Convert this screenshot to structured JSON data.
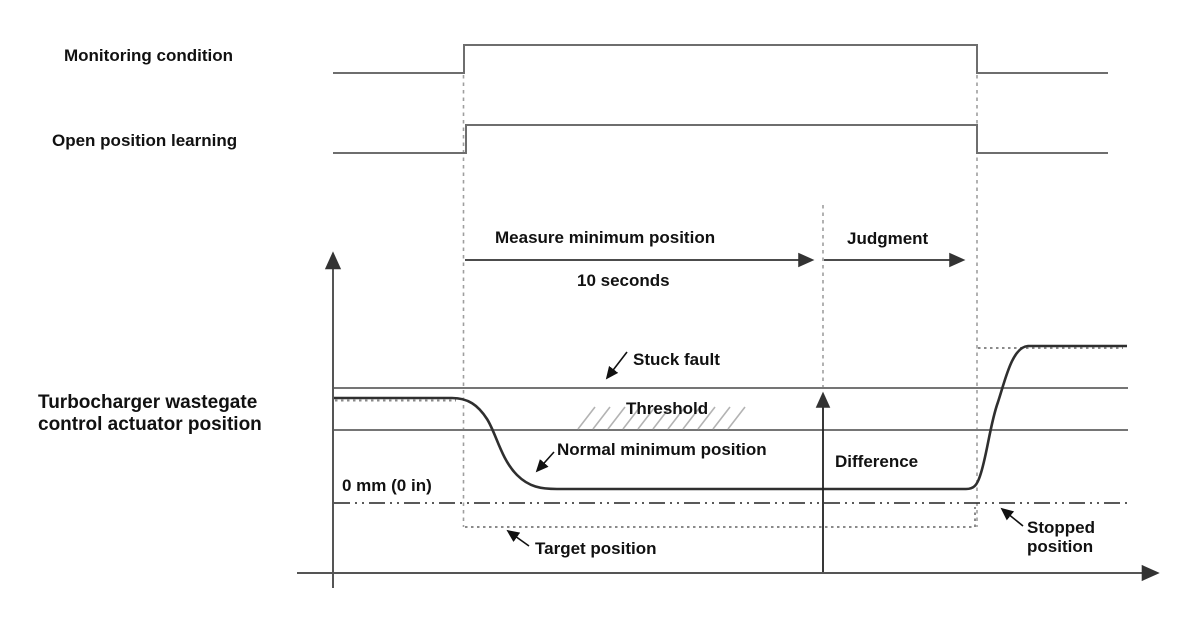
{
  "signals": {
    "monitoring": {
      "label": "Monitoring condition",
      "states": [
        "low",
        "high",
        "low"
      ]
    },
    "learning": {
      "label": "Open position learning",
      "states": [
        "low",
        "high",
        "low"
      ]
    }
  },
  "axis_label": {
    "line1": "Turbocharger wastegate",
    "line2": "control actuator position"
  },
  "phases": {
    "measure": {
      "label": "Measure minimum position",
      "duration": "10 seconds"
    },
    "judgment": {
      "label": "Judgment"
    }
  },
  "annotations": {
    "stuck_fault": "Stuck fault",
    "threshold": "Threshold",
    "normal_minimum": "Normal minimum position",
    "difference": "Difference",
    "zero_level": "0 mm (0 in)",
    "target_position": "Target position",
    "stopped_line1": "Stopped",
    "stopped_line2": "position"
  },
  "colors": {
    "signal_line": "#6e6e6e",
    "curve_line": "#2f2f2f",
    "guide_dashed": "#9e9e9e",
    "level_line": "#757575",
    "hatch": "#b3b3b3",
    "axis": "#555555",
    "text": "#111111"
  }
}
